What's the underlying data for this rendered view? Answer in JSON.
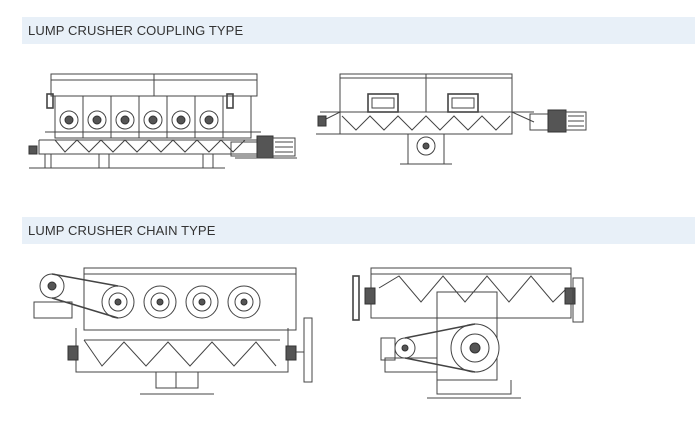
{
  "sections": [
    {
      "title": "LUMP CRUSHER COUPLING TYPE",
      "drawings": [
        {
          "icon": "lump-crusher-coupling-front-view-drawing"
        },
        {
          "icon": "lump-crusher-coupling-side-view-drawing"
        }
      ]
    },
    {
      "title": "LUMP CRUSHER CHAIN TYPE",
      "drawings": [
        {
          "icon": "lump-crusher-chain-front-view-drawing"
        },
        {
          "icon": "lump-crusher-chain-side-view-drawing"
        }
      ]
    }
  ],
  "colors": {
    "header_background": "#e8f0f8",
    "header_text": "#333333",
    "line_art": "#444444"
  }
}
